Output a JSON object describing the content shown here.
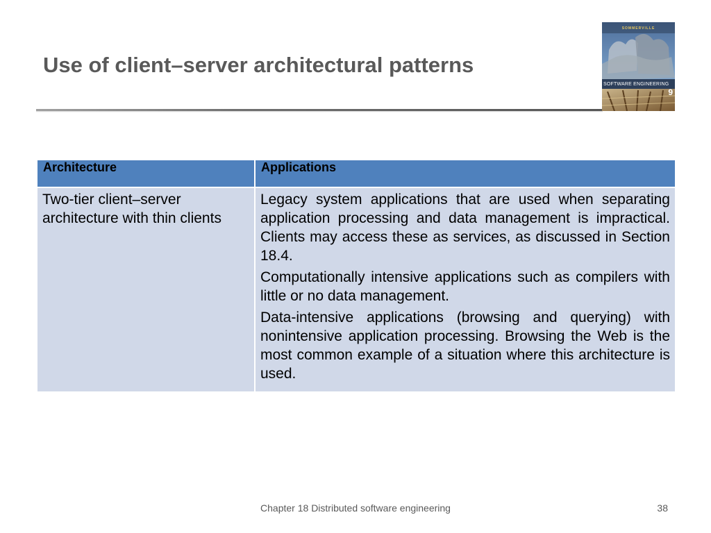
{
  "slide": {
    "title": "Use of client–server architectural patterns"
  },
  "book_cover": {
    "author": "SOMMERVILLE",
    "series": "SOFTWARE ENGINEERING",
    "edition": "9"
  },
  "table": {
    "headers": [
      "Architecture",
      "Applications"
    ],
    "rows": [
      {
        "architecture": "Two-tier client–server architecture with thin clients",
        "applications": [
          "Legacy system applications that are used when separating application processing and data management is impractical. Clients may access these as services, as discussed in Section 18.4.",
          "Computationally intensive applications such as compilers with little or no data management.",
          "Data-intensive applications (browsing and querying) with nonintensive application processing. Browsing the Web is the most common example of a situation where this architecture is used."
        ]
      }
    ]
  },
  "footer": {
    "chapter": "Chapter 18 Distributed software engineering",
    "page_number": "38"
  },
  "colors": {
    "title_text": "#595959",
    "header_fill": "#4f81bd",
    "body_fill": "#d0d8e8"
  }
}
